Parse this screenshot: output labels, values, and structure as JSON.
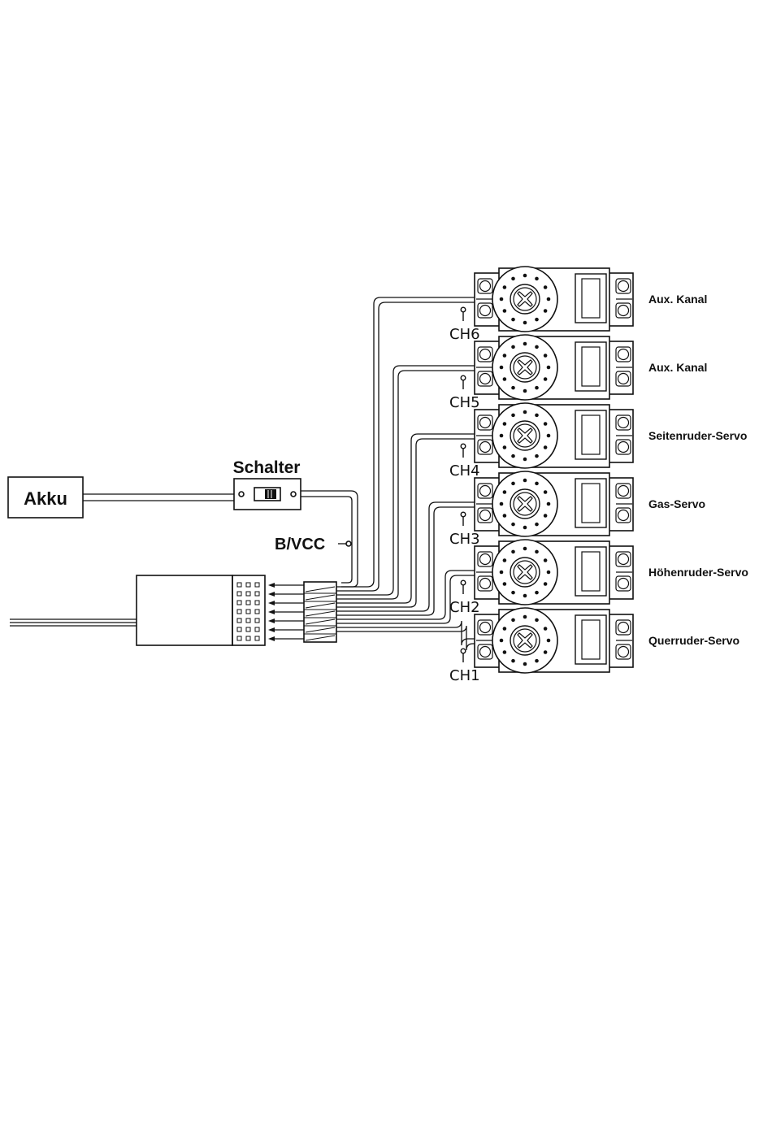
{
  "battery": {
    "label": "Akku"
  },
  "switch": {
    "label": "Schalter"
  },
  "bvcc": {
    "label": "B/VCC"
  },
  "servos": [
    {
      "channel": "CH6",
      "label": "Aux. Kanal"
    },
    {
      "channel": "CH5",
      "label": "Aux. Kanal"
    },
    {
      "channel": "CH4",
      "label": "Seitenruder-Servo"
    },
    {
      "channel": "CH3",
      "label": "Gas-Servo"
    },
    {
      "channel": "CH2",
      "label": "Höhenruder-Servo"
    },
    {
      "channel": "CH1",
      "label": "Querruder-Servo"
    }
  ]
}
